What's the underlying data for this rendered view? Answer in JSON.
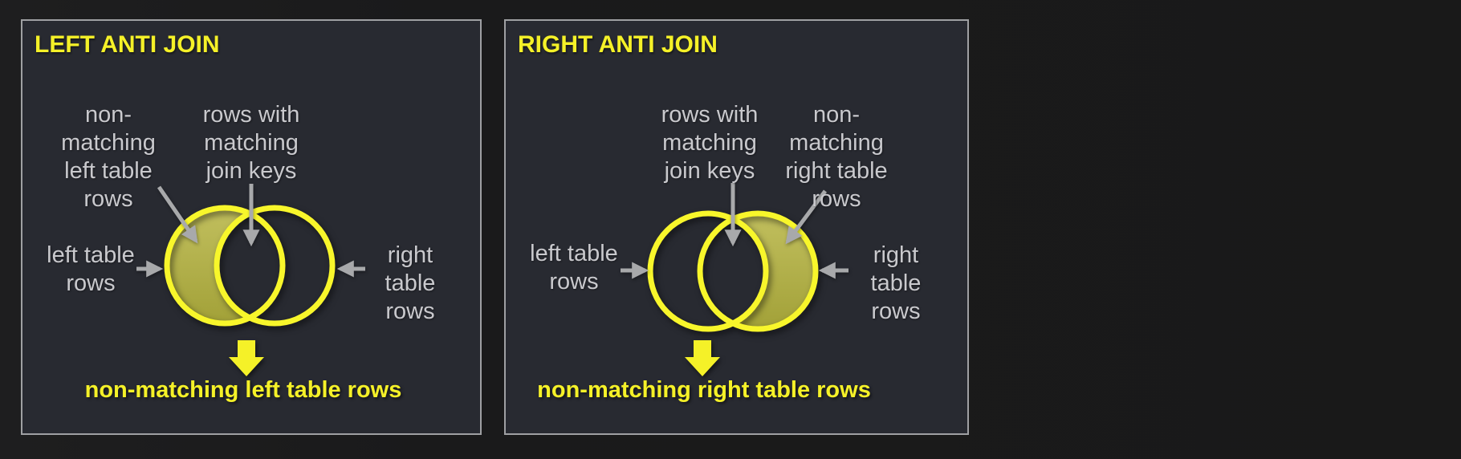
{
  "colors": {
    "page_background": "#191919",
    "panel_background": "#282a31",
    "panel_border": "#9fa0a3",
    "accent_yellow": "#f5f128",
    "venn_ring_yellow": "#f8f62b",
    "venn_fill_olive": "#b1af49",
    "label_gray": "#c9c9cd",
    "arrow_gray": "#a8a9ab"
  },
  "panels": [
    {
      "title": "LEFT ANTI JOIN",
      "labels": {
        "non_matching": "non-\nmatching\nleft table\nrows",
        "matching": "rows with\nmatching\njoin keys",
        "left_table": "left table\nrows",
        "right_table": "right table\nrows"
      },
      "result": "non-matching left table rows"
    },
    {
      "title": "RIGHT ANTI JOIN",
      "labels": {
        "matching": "rows with\nmatching\njoin keys",
        "non_matching": "non-\nmatching\nright table\nrows",
        "left_table": "left table\nrows",
        "right_table": "right table\nrows"
      },
      "result": "non-matching right table rows"
    }
  ]
}
